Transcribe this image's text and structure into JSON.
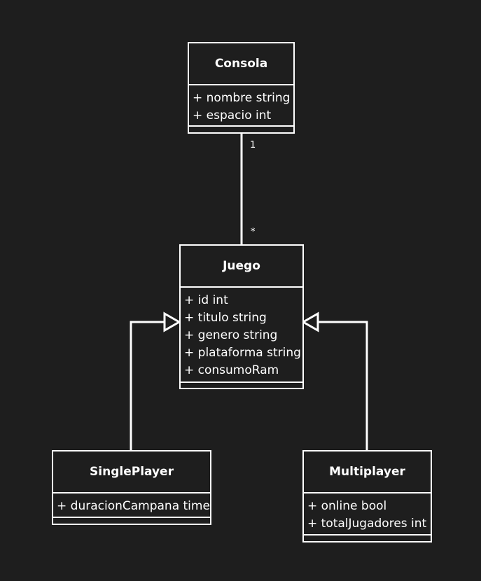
{
  "classes": {
    "consola": {
      "name": "Consola",
      "attributes": [
        "+ nombre string",
        "+ espacio int"
      ]
    },
    "juego": {
      "name": "Juego",
      "attributes": [
        "+ id int",
        "+ titulo string",
        "+ genero string",
        "+ plataforma string",
        "+ consumoRam"
      ]
    },
    "singleplayer": {
      "name": "SinglePlayer",
      "attributes": [
        "+ duracionCampana time"
      ]
    },
    "multiplayer": {
      "name": "Multiplayer",
      "attributes": [
        "+ online bool",
        "+ totalJugadores int"
      ]
    }
  },
  "association": {
    "consola_multiplicity": "1",
    "juego_multiplicity": "*"
  },
  "colors": {
    "background": "#1e1e1e",
    "stroke": "#ffffff"
  }
}
